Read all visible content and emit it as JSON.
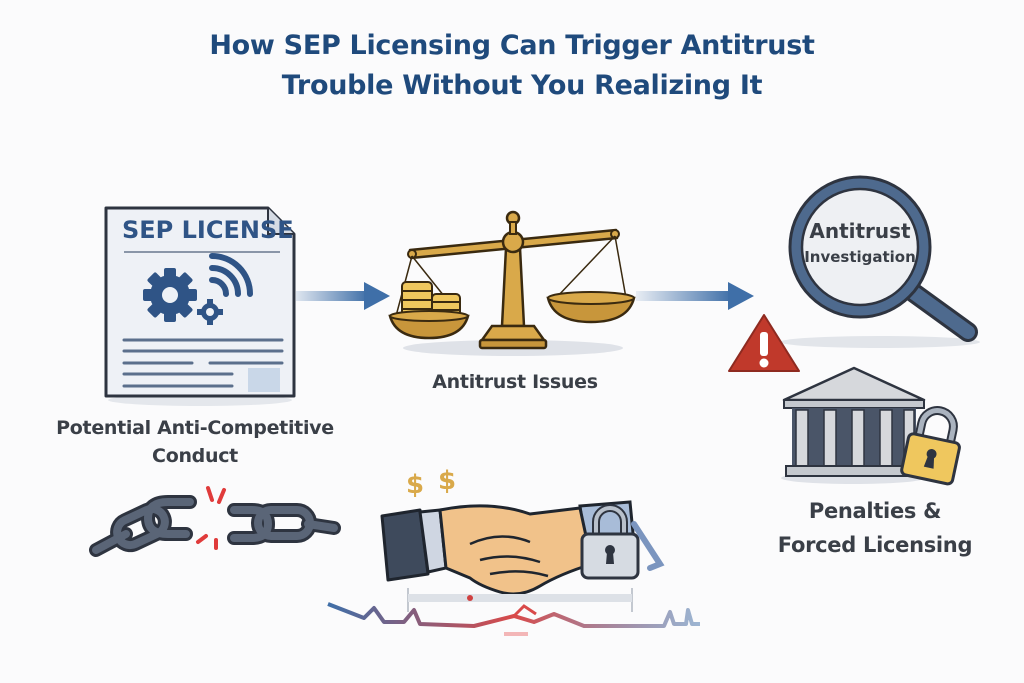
{
  "title": {
    "line1": "How SEP Licensing Can Trigger Antitrust",
    "line2": "Trouble Without You Realizing It"
  },
  "steps": [
    {
      "id": "sep-license",
      "doc_title": "SEP LICENSE",
      "icon": "license-document-icon"
    },
    {
      "id": "antitrust-issues",
      "label": "Antitrust Issues",
      "icon": "scales-of-justice-icon"
    },
    {
      "id": "antitrust-investigation",
      "lens_line1": "Antitrust",
      "lens_line2": "Investigation",
      "icon": "magnifying-glass-icon"
    }
  ],
  "labels": {
    "conduct_line1": "Potential Anti-Competitive",
    "conduct_line2": "Conduct",
    "issues": "Antitrust Issues",
    "penalties_line1": "Penalties &",
    "penalties_line2": "Forced Licensing"
  },
  "icons": {
    "dollar_1": "$",
    "dollar_2": "$",
    "warning": "!"
  },
  "colors": {
    "title": "#1f4a7c",
    "arrow": "#3f6fa8",
    "text": "#3a3f47",
    "gold": "#d9a94a",
    "warning_red": "#c0392b",
    "lock_yellow": "#efc75e"
  }
}
